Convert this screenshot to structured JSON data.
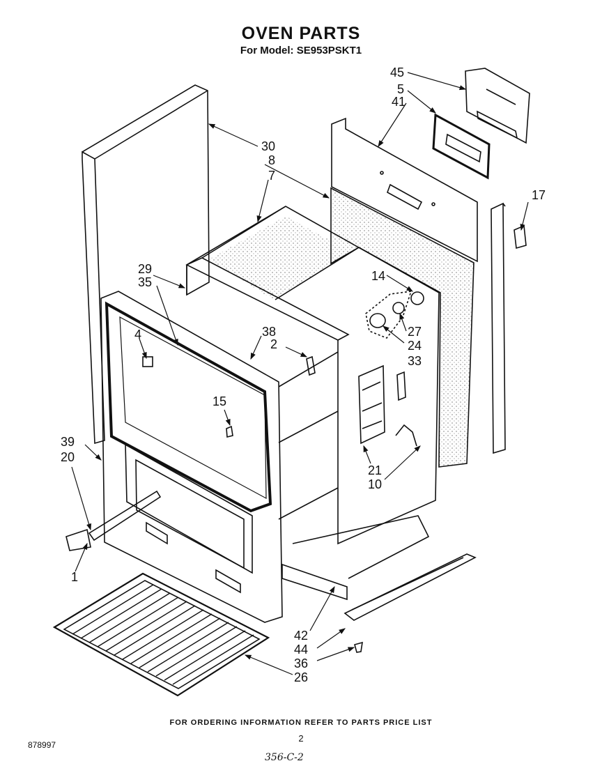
{
  "header": {
    "title": "OVEN PARTS",
    "model_line": "For Model: SE953PSKT1"
  },
  "callouts": {
    "c1": "1",
    "c2": "2",
    "c4": "4",
    "c5": "5",
    "c7": "7",
    "c8": "8",
    "c10": "10",
    "c14": "14",
    "c15": "15",
    "c17": "17",
    "c20": "20",
    "c21": "21",
    "c24": "24",
    "c26": "26",
    "c27": "27",
    "c29": "29",
    "c30": "30",
    "c33": "33",
    "c35": "35",
    "c36": "36",
    "c38": "38",
    "c39": "39",
    "c41": "41",
    "c42": "42",
    "c44": "44",
    "c45": "45"
  },
  "footer": {
    "ordering_note": "FOR ORDERING INFORMATION REFER TO PARTS PRICE LIST",
    "page_number": "2",
    "document_number": "878997",
    "handwritten_note": "356-C-2"
  }
}
